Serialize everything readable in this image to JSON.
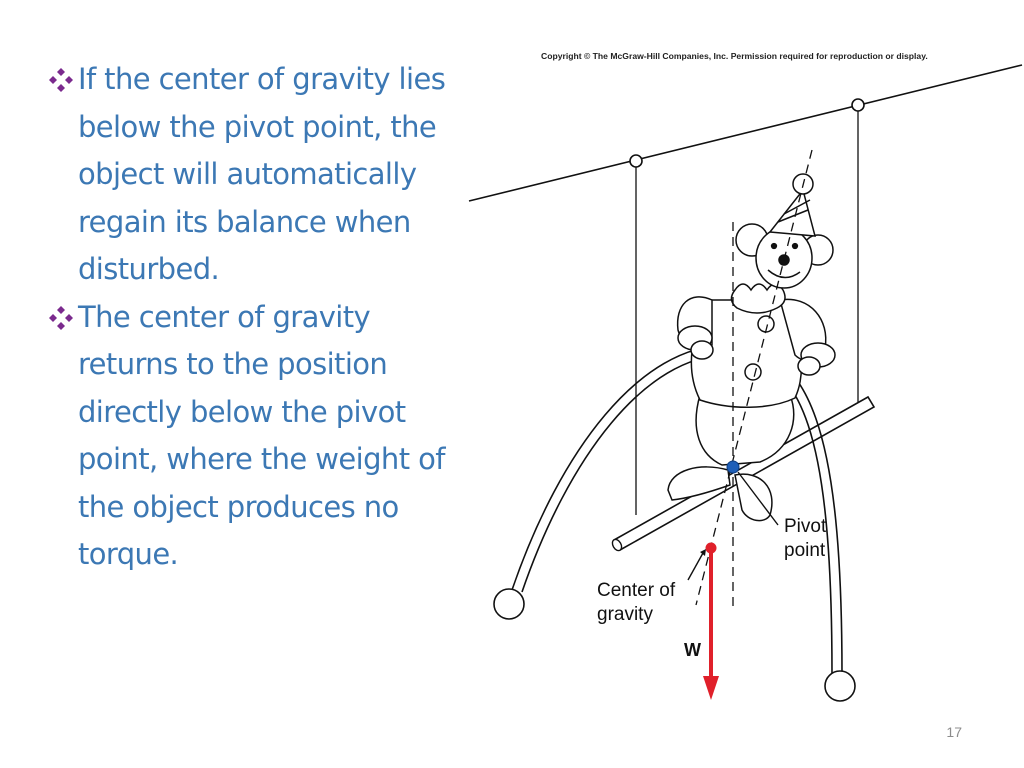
{
  "bullets": [
    {
      "text": "If the center of gravity lies below the pivot point, the object will automatically regain its balance when disturbed.",
      "icon": "diamond-cluster-icon"
    },
    {
      "text": "The center of gravity returns to the position directly below the pivot point, where the weight of the object produces no torque.",
      "icon": "diamond-cluster-icon"
    }
  ],
  "diagram": {
    "copyright": "Copyright © The McGraw-Hill Companies, Inc. Permission required for reproduction or display.",
    "pivot_label_line1": "Pivot",
    "pivot_label_line2": "point",
    "cog_label_line1": "Center of",
    "cog_label_line2": "gravity",
    "weight_label": "W",
    "colors": {
      "pivot_dot": "#1f5fb8",
      "weight_arrow": "#e0202a",
      "bullet_icon": "#7b2a8e",
      "text": "#3c78b4"
    }
  },
  "slide": {
    "number": "17"
  }
}
